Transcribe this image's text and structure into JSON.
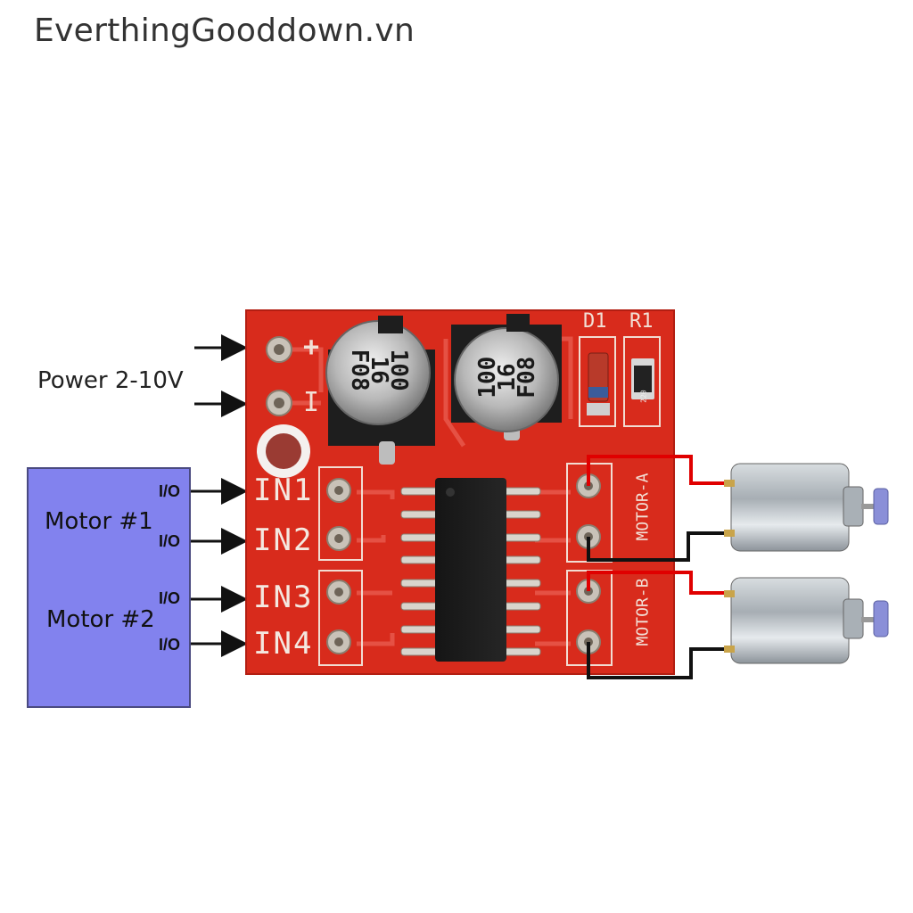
{
  "watermark": "EverthingGooddown.vn",
  "power": {
    "label": "Power 2-10V",
    "plus": "+",
    "minus": "I"
  },
  "controller": {
    "motor1": "Motor #1",
    "motor2": "Motor #2",
    "io_labels": [
      "I/O",
      "I/O",
      "I/O",
      "I/O"
    ]
  },
  "inputs": [
    "IN1",
    "IN2",
    "IN3",
    "IN4"
  ],
  "pcb": {
    "d1": "D1",
    "r1": "R1",
    "motor_a": "MOTOR-A",
    "motor_b": "MOTOR-B",
    "resistor_code": "220"
  },
  "capacitors": [
    {
      "lines": [
        "100",
        "16",
        "F08"
      ]
    },
    {
      "lines": [
        "100",
        "16",
        "F08"
      ]
    }
  ],
  "colors": {
    "pcb": "#d82b1c",
    "controller": "#8282ee",
    "wire_positive": "#e00000",
    "wire_negative": "#111111"
  }
}
